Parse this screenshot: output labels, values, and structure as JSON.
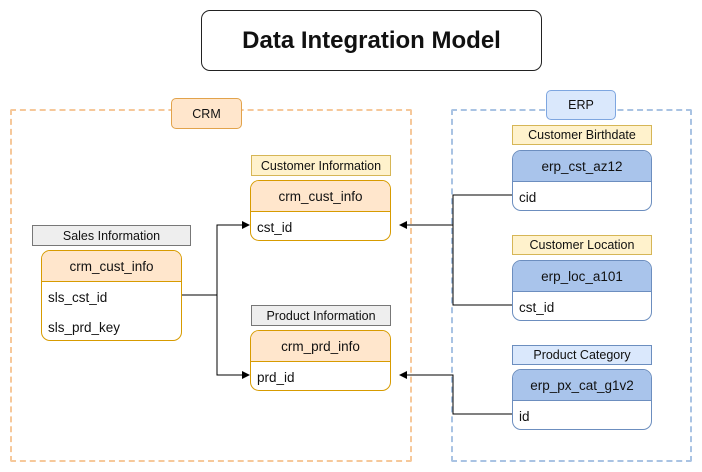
{
  "title": "Data Integration Model",
  "groups": {
    "crm": "CRM",
    "erp": "ERP"
  },
  "crm": {
    "sales": {
      "label": "Sales Information",
      "table": "crm_cust_info",
      "fields": [
        "sls_cst_id",
        "sls_prd_key"
      ]
    },
    "customer": {
      "label": "Customer Information",
      "table": "crm_cust_info",
      "fields": [
        "cst_id"
      ]
    },
    "product": {
      "label": "Product Information",
      "table": "crm_prd_info",
      "fields": [
        "prd_id"
      ]
    }
  },
  "erp": {
    "birthdate": {
      "label": "Customer Birthdate",
      "table": "erp_cst_az12",
      "fields": [
        "cid"
      ]
    },
    "location": {
      "label": "Customer Location",
      "table": "erp_loc_a101",
      "fields": [
        "cst_id"
      ]
    },
    "category": {
      "label": "Product Category",
      "table": "erp_px_cat_g1v2",
      "fields": [
        "id"
      ]
    }
  },
  "colors": {
    "crm_fill": "#ffe6cc",
    "crm_stroke": "#d79b00",
    "erp_fill": "#dae8fc",
    "erp_stroke": "#6c8ebf",
    "erp_header": "#a9c4eb",
    "label_gray": "#eeeeee",
    "label_yellow": "#fff2cc"
  }
}
